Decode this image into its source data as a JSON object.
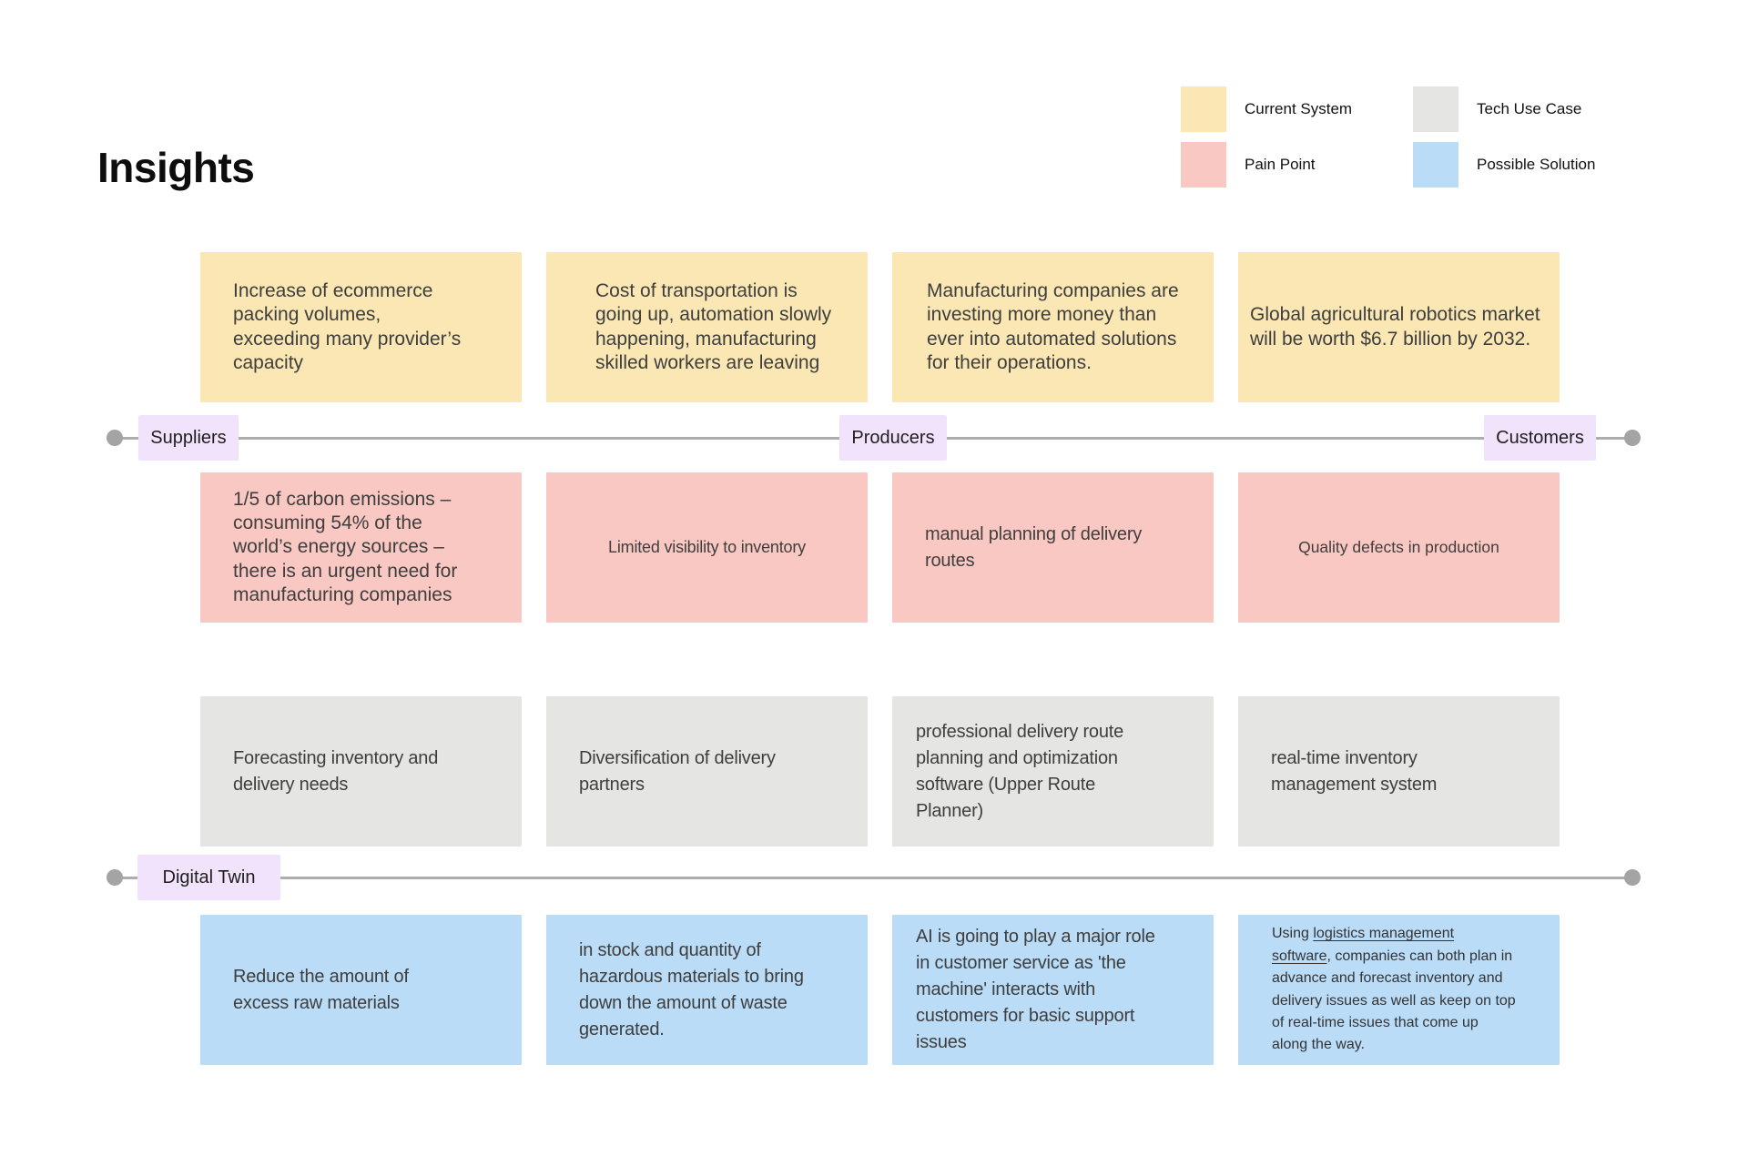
{
  "title": "Insights",
  "legend": {
    "items": [
      {
        "label": "Current System",
        "color": "#fae7b3"
      },
      {
        "label": "Tech Use Case",
        "color": "#e5e5e3"
      },
      {
        "label": "Pain Point",
        "color": "#fac8c2"
      },
      {
        "label": "Possible Solution",
        "color": "#badcf7"
      }
    ]
  },
  "timelines": [
    {
      "labels": [
        "Suppliers",
        "Producers",
        "Customers"
      ],
      "label_color": "#f0e3fb",
      "line_color": "#adadad"
    },
    {
      "labels": [
        "Digital Twin"
      ],
      "label_color": "#f0e3fb",
      "line_color": "#adadad"
    }
  ],
  "rows": [
    {
      "category": "Current System",
      "color": "#fae7b3",
      "cards": [
        {
          "text": "Increase of ecommerce packing volumes, exceeding many provider’s capacity"
        },
        {
          "text": "Cost of transportation is going up, automation slowly happening, manufacturing skilled workers are leaving"
        },
        {
          "text": "Manufacturing companies are investing more money than ever into automated solutions for their operations."
        },
        {
          "text": "Global agricultural robotics market will be worth $6.7 billion by 2032."
        }
      ]
    },
    {
      "category": "Pain Point",
      "color": "#fac8c2",
      "cards": [
        {
          "text": "1/5 of carbon emissions – consuming 54% of the world’s energy sources – there is an urgent need for manufacturing companies"
        },
        {
          "text": "Limited visibility to inventory"
        },
        {
          "text": "manual planning of delivery routes"
        },
        {
          "text": "Quality defects in production"
        }
      ]
    },
    {
      "category": "Tech Use Case",
      "color": "#e5e5e3",
      "cards": [
        {
          "text": "Forecasting inventory and delivery needs"
        },
        {
          "text": "Diversification of delivery partners"
        },
        {
          "text": "professional delivery route planning and optimization software (Upper Route Planner)"
        },
        {
          "text": "real-time inventory management system"
        }
      ]
    },
    {
      "category": "Possible Solution",
      "color": "#badcf7",
      "cards": [
        {
          "text": "Reduce the amount of excess raw materials"
        },
        {
          "text": "in stock and quantity of hazardous materials to bring down the amount of waste generated."
        },
        {
          "text": "AI is going to play a major role in customer service as 'the machine' interacts with customers for basic support issues"
        },
        {
          "prefix": "Using ",
          "link": "logistics management software",
          "suffix": ", companies can both plan in advance and forecast inventory and delivery issues as well as keep on top of real-time issues that come up along the way."
        }
      ]
    }
  ]
}
